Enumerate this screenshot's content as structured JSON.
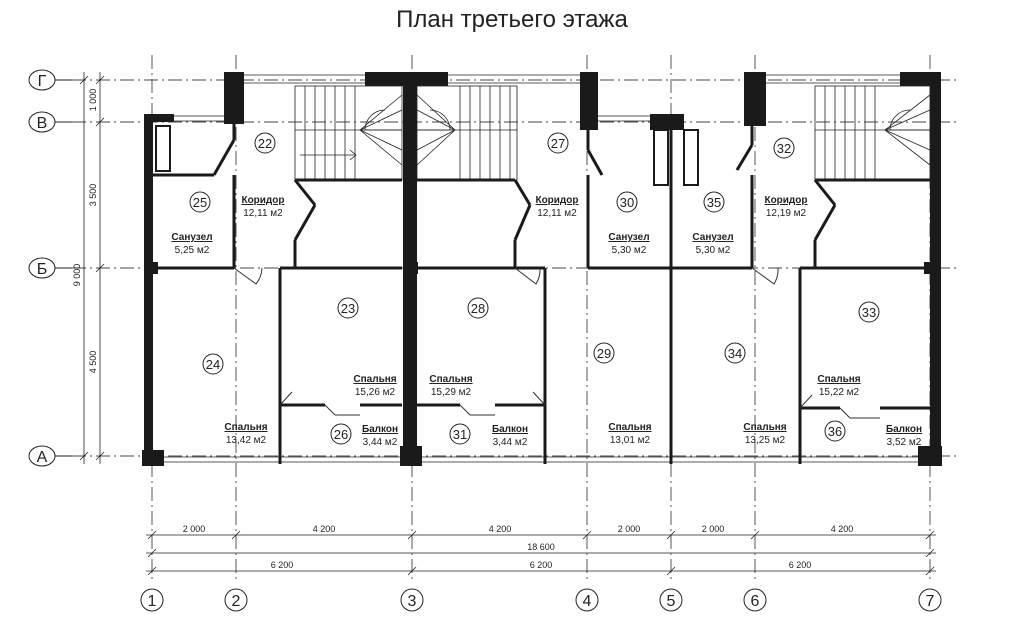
{
  "title": "План третьего этажа",
  "row_axes": {
    "g": "Г",
    "v": "В",
    "b": "Б",
    "a": "А"
  },
  "col_axes": [
    "1",
    "2",
    "3",
    "4",
    "5",
    "6",
    "7"
  ],
  "vertical_dims": {
    "d1000": "1 000",
    "d3500": "3 500",
    "d9000": "9 000",
    "d4500": "4 500"
  },
  "horizontal_dims": {
    "row1": [
      "2 000",
      "4 200",
      "4 200",
      "2 000",
      "2 000",
      "4 200"
    ],
    "total": "18 600",
    "row3": [
      "6 200",
      "6 200",
      "6 200"
    ]
  },
  "rooms": [
    {
      "num": "22",
      "name": "",
      "area": ""
    },
    {
      "num": "25",
      "name": "Санузел",
      "area": "5,25 м2"
    },
    {
      "num": "",
      "name": "Коридор",
      "area": "12,11 м2"
    },
    {
      "num": "23",
      "name": "Спальня",
      "area": "15,26 м2"
    },
    {
      "num": "24",
      "name": "Спальня",
      "area": "13,42 м2"
    },
    {
      "num": "26",
      "name": "Балкон",
      "area": "3,44 м2"
    },
    {
      "num": "27",
      "name": "",
      "area": ""
    },
    {
      "num": "",
      "name": "Коридор",
      "area": "12,11 м2"
    },
    {
      "num": "30",
      "name": "Санузел",
      "area": "5,30 м2"
    },
    {
      "num": "28",
      "name": "Спальня",
      "area": "15,29 м2"
    },
    {
      "num": "31",
      "name": "Балкон",
      "area": "3,44 м2"
    },
    {
      "num": "29",
      "name": "Спальня",
      "area": "13,01 м2"
    },
    {
      "num": "35",
      "name": "Санузел",
      "area": "5,30 м2"
    },
    {
      "num": "32",
      "name": "",
      "area": ""
    },
    {
      "num": "",
      "name": "Коридор",
      "area": "12,19 м2"
    },
    {
      "num": "34",
      "name": "Спальня",
      "area": "13,25 м2"
    },
    {
      "num": "33",
      "name": "Спальня",
      "area": "15,22 м2"
    },
    {
      "num": "36",
      "name": "Балкон",
      "area": "3,52 м2"
    }
  ]
}
